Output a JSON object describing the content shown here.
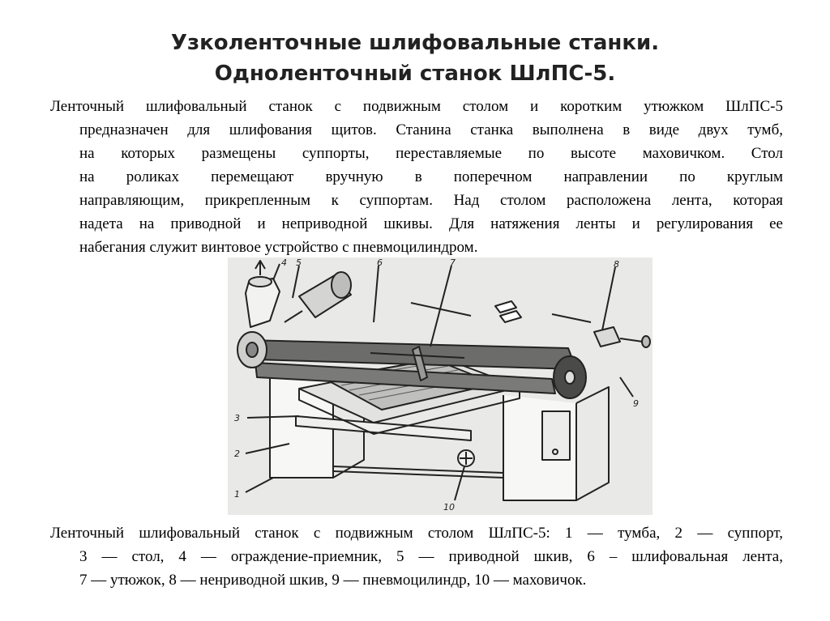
{
  "slide": {
    "title_lines": [
      "Узколенточные шлифовальные станки.",
      "Одноленточный станок ШлПС-5."
    ],
    "intro_lines": [
      "Ленточный шлифовальный станок с подвижным столом и коротким утюжком ШлПС-5",
      "предназначен для шлифования щитов. Станина станка выполнена в виде двух тумб,",
      "на которых размещены суппорты, переставляемые по высоте маховичком. Стол",
      "на роликах перемещают вручную в поперечном направлении по круглым",
      "направляющим, прикрепленным к суппортам. Над столом расположена лента, которая",
      "надета на приводной и неприводной шкивы. Для натяжения ленты и регулирования ее",
      "набегания служит винтовое устройство с пневмоцилиндром."
    ],
    "figure_labels": [
      "1",
      "2",
      "3",
      "4",
      "5",
      "6",
      "7",
      "8",
      "9",
      "10"
    ],
    "caption_lines": [
      "Ленточный шлифовальный станок с подвижным столом ШлПС-5: 1 — тумба, 2 — суппорт,",
      "3 — стол, 4 — ограждение-приемник, 5 — приводной шкив, 6 – шлифовальная лента,",
      "7 — утюжок, 8 — ненриводной шкив, 9 — пневмоцилиндр, 10 — маховичок."
    ]
  }
}
